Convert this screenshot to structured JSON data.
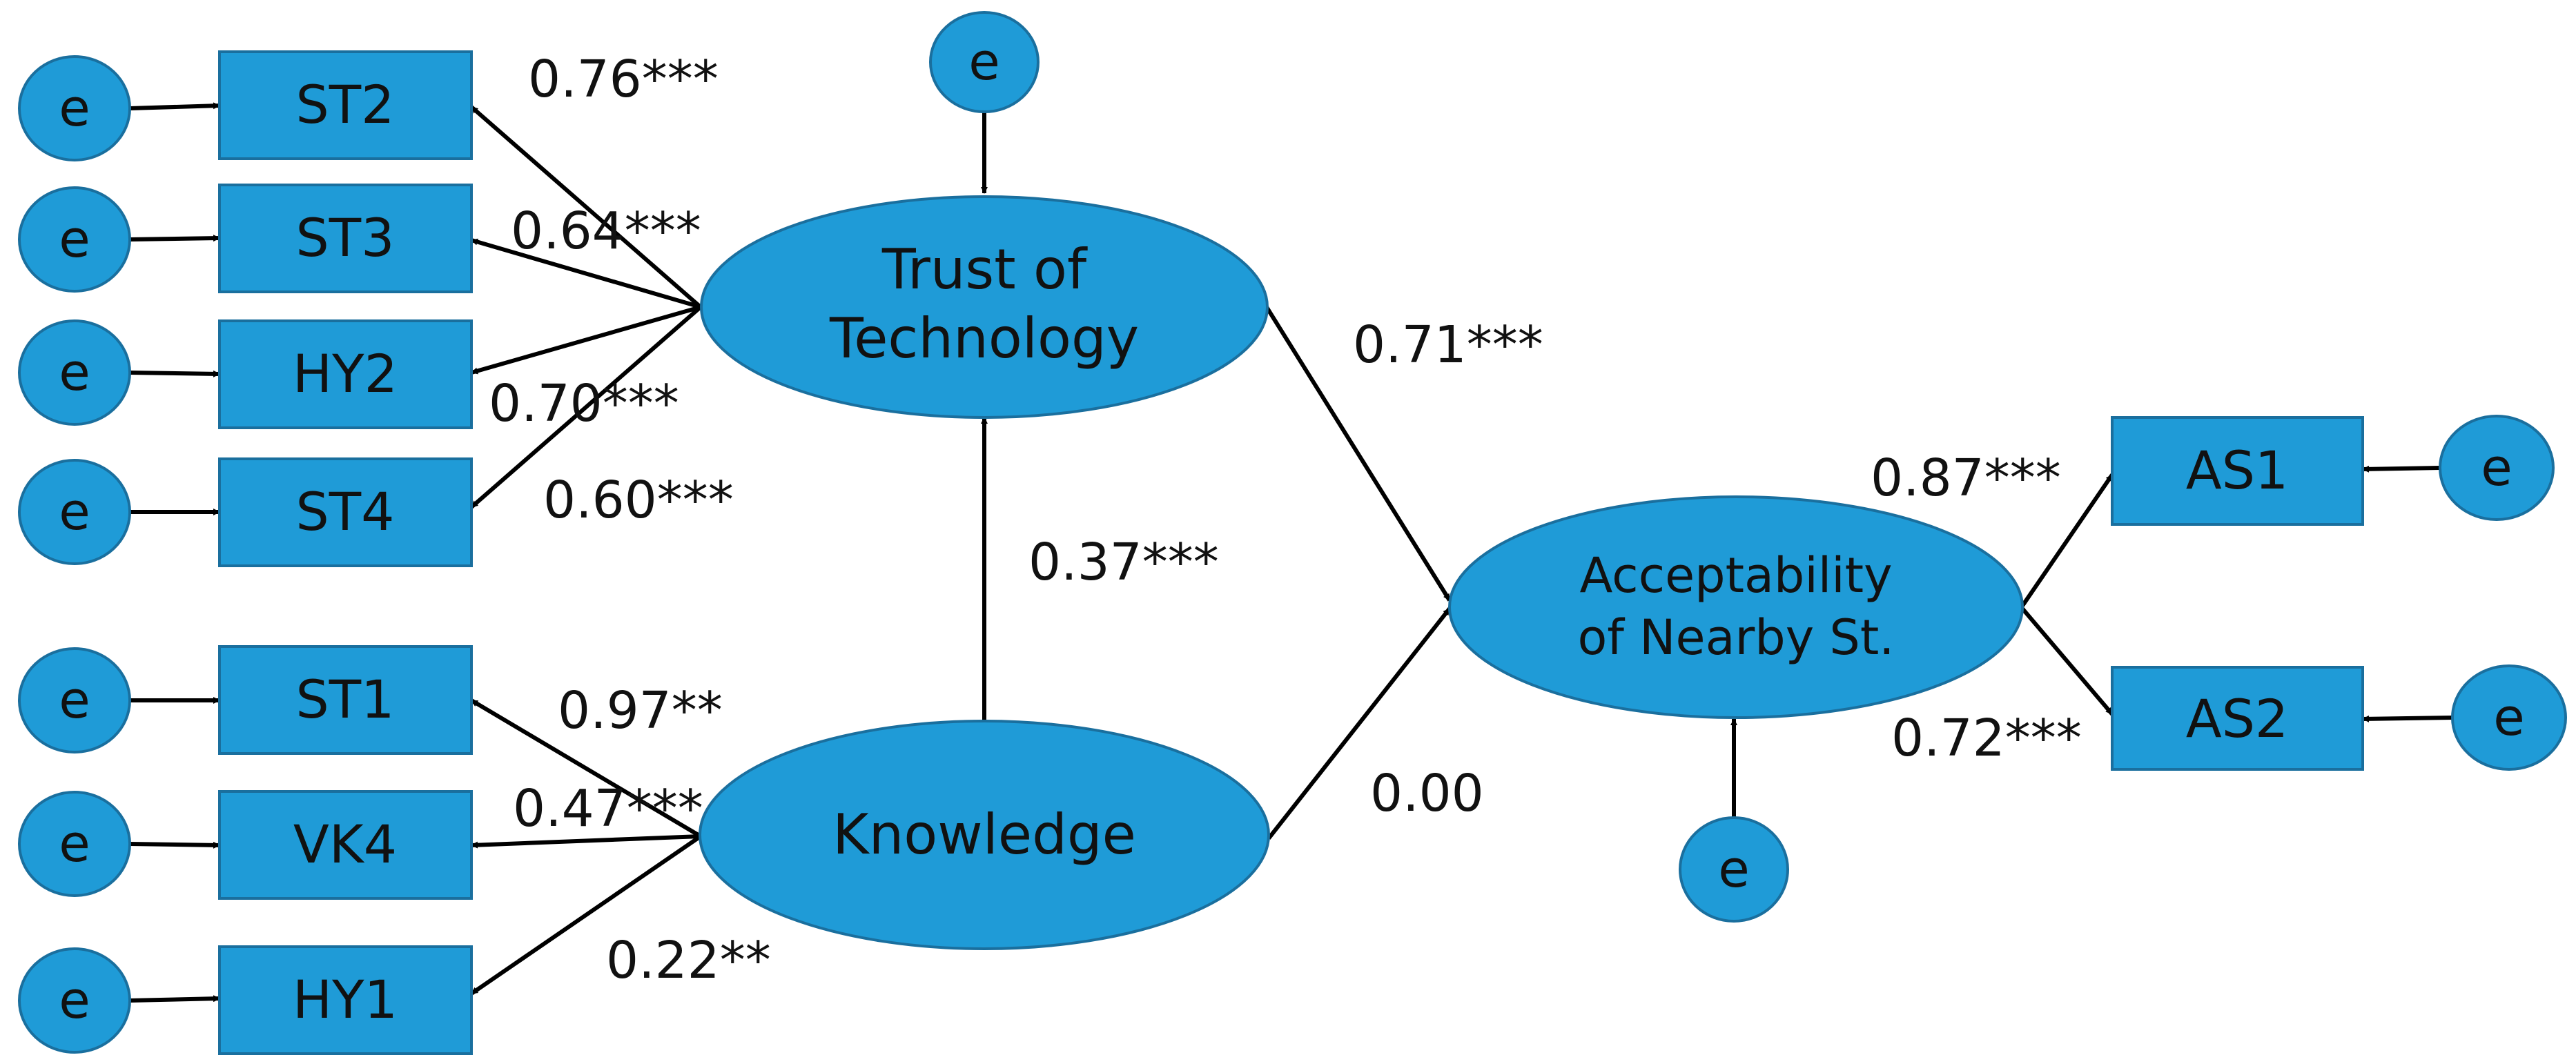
{
  "colors": {
    "node_fill": "#1f9bd7",
    "node_stroke": "#1a6f9e",
    "edge": "#000000",
    "text": "#111111"
  },
  "diagram": {
    "error_label": "e",
    "latent": {
      "trust_line1": "Trust of",
      "trust_line2": "Technology",
      "knowledge": "Knowledge",
      "acceptability_line1": "Acceptability",
      "acceptability_line2": "of Nearby St."
    },
    "indicators": {
      "st2": "ST2",
      "st3": "ST3",
      "hy2": "HY2",
      "st4": "ST4",
      "st1": "ST1",
      "vk4": "VK4",
      "hy1": "HY1",
      "as1": "AS1",
      "as2": "AS2"
    },
    "coefficients": {
      "trust_st2": "0.76***",
      "trust_st3": "0.64***",
      "trust_hy2": "0.70***",
      "trust_st4": "0.60***",
      "knowledge_st1": "0.97**",
      "knowledge_vk4": "0.47***",
      "knowledge_hy1": "0.22**",
      "knowledge_trust": "0.37***",
      "trust_acceptability": "0.71***",
      "knowledge_acceptability": "0.00",
      "acceptability_as1": "0.87***",
      "acceptability_as2": "0.72***"
    }
  }
}
